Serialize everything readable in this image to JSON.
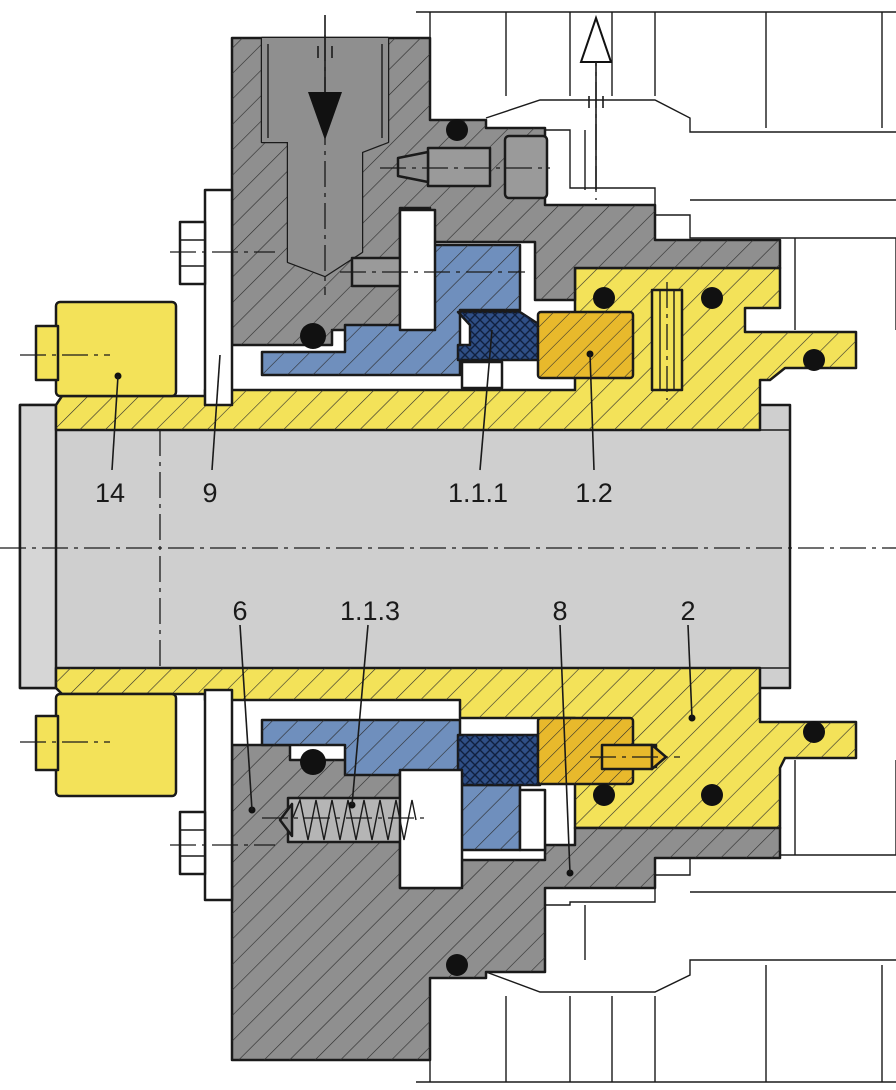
{
  "labels": {
    "part_14": "14",
    "part_9": "9",
    "part_1_1_1": "1.1.1",
    "part_1_2": "1.2",
    "part_6": "6",
    "part_1_1_3": "1.1.3",
    "part_8": "8",
    "part_2": "2"
  },
  "colors": {
    "shaft": "#cfcfcf",
    "housing": "#8f8f8f",
    "sleeve": "#f3e259",
    "seal_face": "#e8b92c",
    "carrier": "#6f8fbd",
    "secondary_seal": "#2f4f86",
    "white_part": "#ffffff",
    "oring": "#111111",
    "outline": "#1a1a1a"
  },
  "icons": [
    "flow-arrow-down-icon",
    "flow-arrow-up-icon"
  ]
}
